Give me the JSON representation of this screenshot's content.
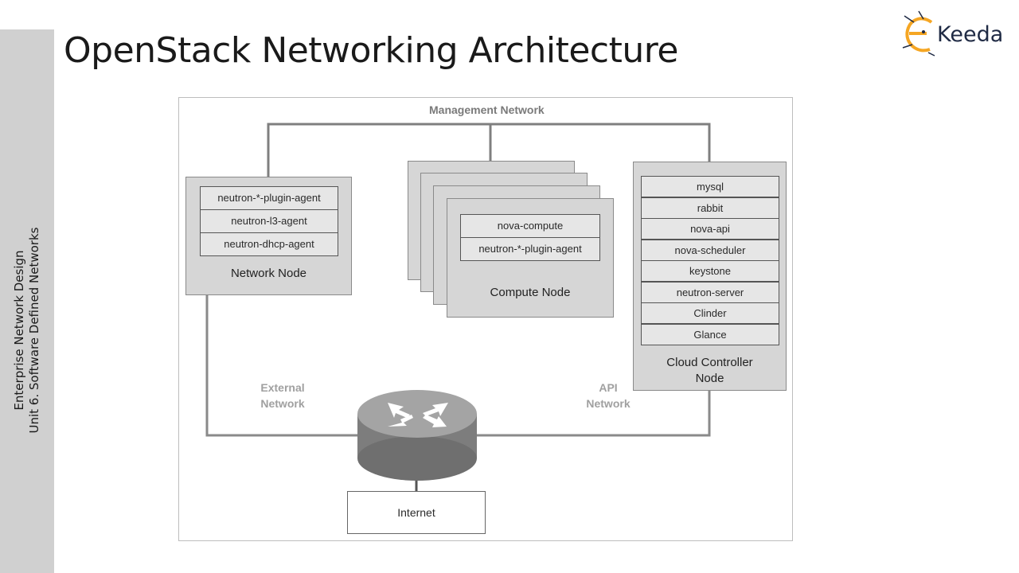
{
  "sidebar": {
    "line1": "Enterprise Network Design",
    "line2": "Unit 6. Software Defined Networks"
  },
  "title": "OpenStack Networking Architecture",
  "logo": {
    "text": "Keeda",
    "accent": "#f5a623",
    "color": "#1f2a44"
  },
  "diagram": {
    "management_network": "Management Network",
    "external_network": [
      "External",
      "Network"
    ],
    "api_network": [
      "API",
      "Network"
    ],
    "internet": "Internet",
    "network_node": {
      "label": "Network Node",
      "services": [
        "neutron-*-plugin-agent",
        "neutron-l3-agent",
        "neutron-dhcp-agent"
      ]
    },
    "compute_node": {
      "label": "Compute Node",
      "services": [
        "nova-compute",
        "neutron-*-plugin-agent"
      ]
    },
    "cloud_controller_node": {
      "label": [
        "Cloud Controller",
        "Node"
      ],
      "services": [
        "mysql",
        "rabbit",
        "nova-api",
        "nova-scheduler",
        "keystone",
        "neutron-server",
        "Clinder",
        "Glance"
      ]
    },
    "router_icon": "router-icon"
  }
}
